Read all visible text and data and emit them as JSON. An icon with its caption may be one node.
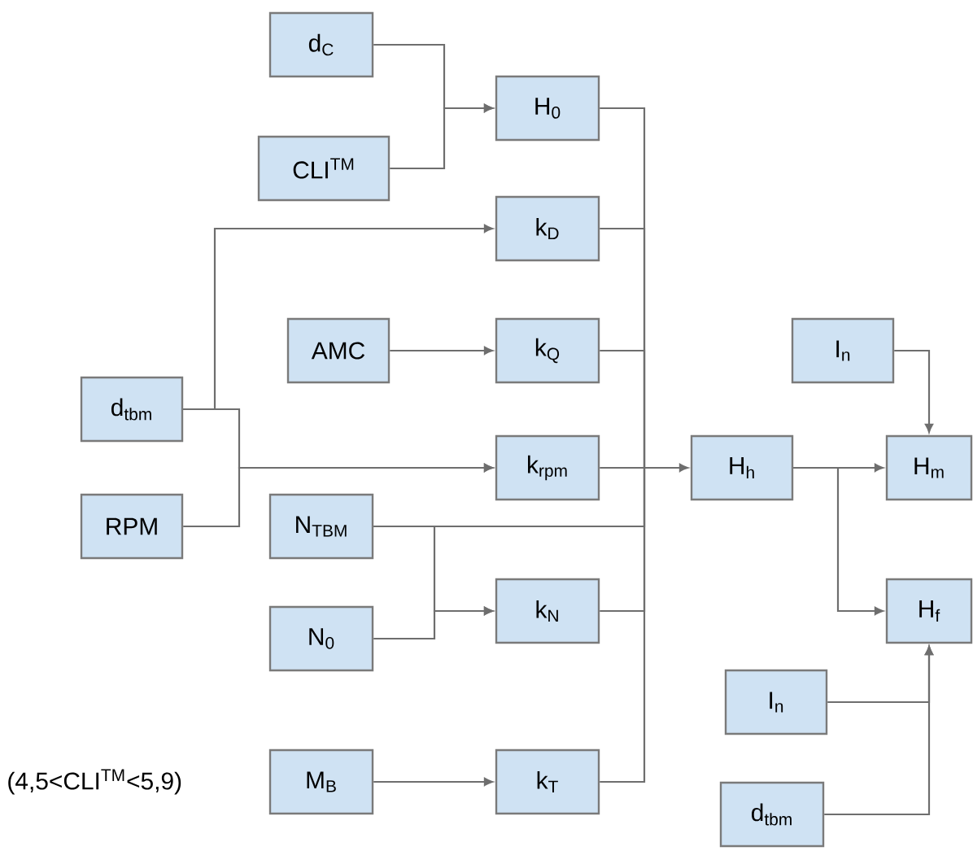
{
  "diagram": {
    "nodes": [
      {
        "text": [
          "d$_{C}$"
        ]
      },
      {
        "text": [
          "H$_{0}$"
        ]
      },
      {
        "text": [
          "CLI$^{TM}$"
        ]
      },
      {
        "text": [
          "k$_{D}$"
        ]
      },
      {
        "text": [
          "AMC"
        ]
      },
      {
        "text": [
          "k$_{Q}$"
        ]
      },
      {
        "text": [
          "d$_{tbm}$"
        ]
      },
      {
        "text": [
          "k$_{rpm}$"
        ]
      },
      {
        "text": [
          "H$_{h}$"
        ]
      },
      {
        "text": [
          "I$_{n}$"
        ]
      },
      {
        "text": [
          "H$_{m}$"
        ]
      },
      {
        "text": [
          "RPM"
        ]
      },
      {
        "text": [
          "N$_{TBM}$"
        ]
      },
      {
        "text": [
          "N$_{0}$"
        ]
      },
      {
        "text": [
          "k$_{N}$"
        ]
      },
      {
        "text": [
          "H$_{f}$"
        ]
      },
      {
        "text": [
          "I$_{n}$"
        ]
      },
      {
        "text": [
          "M$_{B}$"
        ]
      },
      {
        "text": [
          "k$_{T}$"
        ]
      },
      {
        "text": [
          "d$_{tbm}$"
        ]
      }
    ],
    "edges": [
      {
        "from": 0,
        "to": 1,
        "arrow": "to"
      },
      {
        "from": 2,
        "to": 1,
        "arrow": "to"
      },
      {
        "from": 6,
        "to": 3,
        "arrow": "to"
      },
      {
        "from": 4,
        "to": 5,
        "arrow": "to"
      },
      {
        "from": 6,
        "to": 7,
        "arrow": "to"
      },
      {
        "from": 11,
        "to": 7,
        "arrow": "to"
      },
      {
        "from": 1,
        "to": 8,
        "arrow": "to"
      },
      {
        "from": 3,
        "to": 8,
        "arrow": "to"
      },
      {
        "from": 5,
        "to": 8,
        "arrow": "to"
      },
      {
        "from": 7,
        "to": 8,
        "arrow": "to"
      },
      {
        "from": 12,
        "to": 8,
        "arrow": "to"
      },
      {
        "from": 14,
        "to": 8,
        "arrow": "to"
      },
      {
        "from": 18,
        "to": 8,
        "arrow": "to"
      },
      {
        "from": 12,
        "to": 14,
        "arrow": "to"
      },
      {
        "from": 13,
        "to": 14,
        "arrow": "to"
      },
      {
        "from": 17,
        "to": 18,
        "arrow": "to"
      },
      {
        "from": 9,
        "to": 10,
        "arrow": "to"
      },
      {
        "from": 8,
        "to": 10,
        "arrow": "to"
      },
      {
        "from": 8,
        "to": 15,
        "arrow": "to"
      },
      {
        "from": 16,
        "to": 15,
        "arrow": "to"
      },
      {
        "from": 19,
        "to": 15,
        "arrow": "to"
      }
    ],
    "labels": [
      "(4,5<CLI$^{TM}$<5,9)"
    ]
  }
}
